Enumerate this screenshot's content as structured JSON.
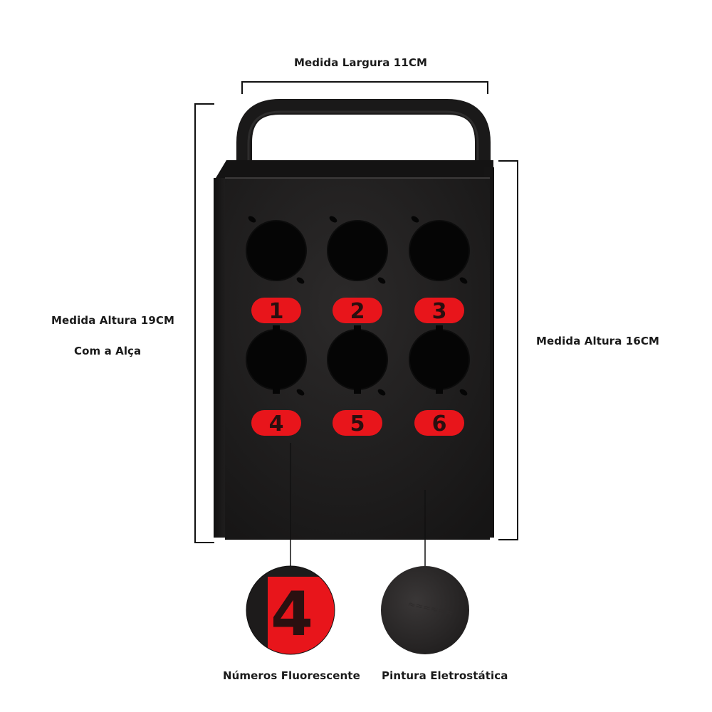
{
  "annotations": {
    "width_label": "Medida Largura 11CM",
    "height_with_handle_label": "Medida Altura 19CM",
    "height_with_handle_sub": "Com a Alça",
    "height_label": "Medida Altura 16CM",
    "numbers_caption": "Números Fluorescente",
    "paint_caption": "Pintura Eletrostática"
  },
  "panel": {
    "port_labels": [
      "1",
      "2",
      "3",
      "4",
      "5",
      "6"
    ],
    "zoom_number": "4"
  },
  "colors": {
    "box": "#1e1c1c",
    "label_red": "#e8151b",
    "text_dark": "#1a1a1a"
  }
}
